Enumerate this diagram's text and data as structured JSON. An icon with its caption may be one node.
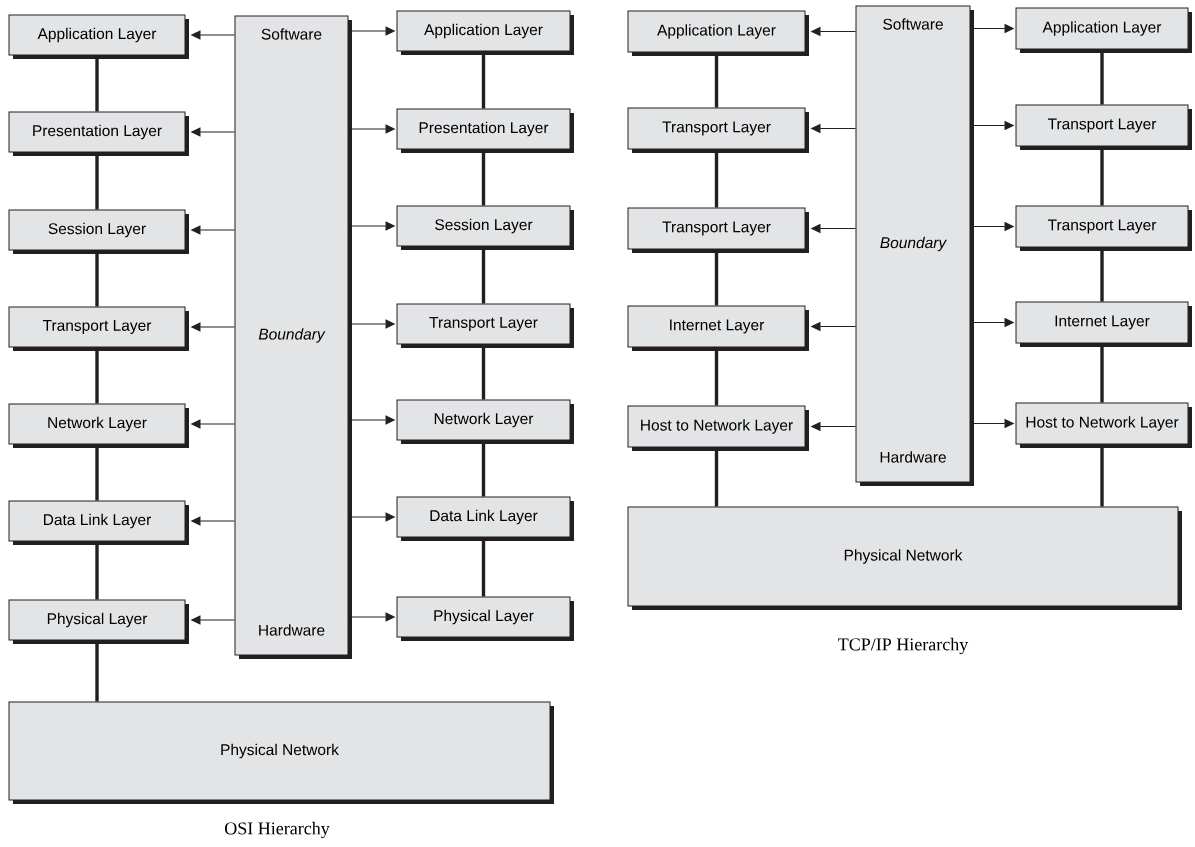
{
  "diagram": {
    "nodes": [
      {
        "text": [
          "Application Layer"
        ]
      },
      {
        "text": [
          "Presentation Layer"
        ]
      },
      {
        "text": [
          "Session Layer"
        ]
      },
      {
        "text": [
          "Transport Layer"
        ]
      },
      {
        "text": [
          "Network Layer"
        ]
      },
      {
        "text": [
          "Data Link Layer"
        ]
      },
      {
        "text": [
          "Physical Layer"
        ]
      },
      {
        "text": [
          "Software",
          "Boundary",
          "Hardware"
        ]
      },
      {
        "text": [
          "Application Layer"
        ]
      },
      {
        "text": [
          "Presentation Layer"
        ]
      },
      {
        "text": [
          "Session Layer"
        ]
      },
      {
        "text": [
          "Transport Layer"
        ]
      },
      {
        "text": [
          "Network Layer"
        ]
      },
      {
        "text": [
          "Data Link Layer"
        ]
      },
      {
        "text": [
          "Physical Layer"
        ]
      },
      {
        "text": [
          "Physical Network"
        ]
      },
      {
        "text": [
          "Application Layer"
        ]
      },
      {
        "text": [
          "Transport Layer"
        ]
      },
      {
        "text": [
          "Transport Layer"
        ]
      },
      {
        "text": [
          "Internet Layer"
        ]
      },
      {
        "text": [
          "Host to Network Layer"
        ]
      },
      {
        "text": [
          "Software",
          "Boundary",
          "Hardware"
        ]
      },
      {
        "text": [
          "Application Layer"
        ]
      },
      {
        "text": [
          "Transport Layer"
        ]
      },
      {
        "text": [
          "Transport Layer"
        ]
      },
      {
        "text": [
          "Internet Layer"
        ]
      },
      {
        "text": [
          "Host to Network Layer"
        ]
      },
      {
        "text": [
          "Physical Network"
        ]
      }
    ],
    "edges": [
      {
        "from": 7,
        "to": 0,
        "arrow": "to"
      },
      {
        "from": 7,
        "to": 1,
        "arrow": "to"
      },
      {
        "from": 7,
        "to": 2,
        "arrow": "to"
      },
      {
        "from": 7,
        "to": 3,
        "arrow": "to"
      },
      {
        "from": 7,
        "to": 4,
        "arrow": "to"
      },
      {
        "from": 7,
        "to": 5,
        "arrow": "to"
      },
      {
        "from": 7,
        "to": 6,
        "arrow": "to"
      },
      {
        "from": 7,
        "to": 8,
        "arrow": "to"
      },
      {
        "from": 7,
        "to": 9,
        "arrow": "to"
      },
      {
        "from": 7,
        "to": 10,
        "arrow": "to"
      },
      {
        "from": 7,
        "to": 11,
        "arrow": "to"
      },
      {
        "from": 7,
        "to": 12,
        "arrow": "to"
      },
      {
        "from": 7,
        "to": 13,
        "arrow": "to"
      },
      {
        "from": 7,
        "to": 14,
        "arrow": "to"
      },
      {
        "from": 0,
        "to": 1,
        "arrow": "none",
        "style": "thick"
      },
      {
        "from": 1,
        "to": 2,
        "arrow": "none",
        "style": "thick"
      },
      {
        "from": 2,
        "to": 3,
        "arrow": "none",
        "style": "thick"
      },
      {
        "from": 3,
        "to": 4,
        "arrow": "none",
        "style": "thick"
      },
      {
        "from": 4,
        "to": 5,
        "arrow": "none",
        "style": "thick"
      },
      {
        "from": 5,
        "to": 6,
        "arrow": "none",
        "style": "thick"
      },
      {
        "from": 6,
        "to": 15,
        "arrow": "none",
        "style": "thick"
      },
      {
        "from": 8,
        "to": 9,
        "arrow": "none",
        "style": "thick"
      },
      {
        "from": 9,
        "to": 10,
        "arrow": "none",
        "style": "thick"
      },
      {
        "from": 10,
        "to": 11,
        "arrow": "none",
        "style": "thick"
      },
      {
        "from": 11,
        "to": 12,
        "arrow": "none",
        "style": "thick"
      },
      {
        "from": 12,
        "to": 13,
        "arrow": "none",
        "style": "thick"
      },
      {
        "from": 13,
        "to": 14,
        "arrow": "none",
        "style": "thick"
      },
      {
        "from": 21,
        "to": 16,
        "arrow": "to"
      },
      {
        "from": 21,
        "to": 17,
        "arrow": "to"
      },
      {
        "from": 21,
        "to": 18,
        "arrow": "to"
      },
      {
        "from": 21,
        "to": 19,
        "arrow": "to"
      },
      {
        "from": 21,
        "to": 20,
        "arrow": "to"
      },
      {
        "from": 21,
        "to": 22,
        "arrow": "to"
      },
      {
        "from": 21,
        "to": 23,
        "arrow": "to"
      },
      {
        "from": 21,
        "to": 24,
        "arrow": "to"
      },
      {
        "from": 21,
        "to": 25,
        "arrow": "to"
      },
      {
        "from": 21,
        "to": 26,
        "arrow": "to"
      },
      {
        "from": 16,
        "to": 17,
        "arrow": "none",
        "style": "thick"
      },
      {
        "from": 17,
        "to": 18,
        "arrow": "none",
        "style": "thick"
      },
      {
        "from": 18,
        "to": 19,
        "arrow": "none",
        "style": "thick"
      },
      {
        "from": 19,
        "to": 20,
        "arrow": "none",
        "style": "thick"
      },
      {
        "from": 20,
        "to": 27,
        "arrow": "none",
        "style": "thick"
      },
      {
        "from": 22,
        "to": 23,
        "arrow": "none",
        "style": "thick"
      },
      {
        "from": 23,
        "to": 24,
        "arrow": "none",
        "style": "thick"
      },
      {
        "from": 24,
        "to": 25,
        "arrow": "none",
        "style": "thick"
      },
      {
        "from": 25,
        "to": 26,
        "arrow": "none",
        "style": "thick"
      },
      {
        "from": 26,
        "to": 27,
        "arrow": "none",
        "style": "thick"
      }
    ],
    "labels": [
      "TCP/IP Hierarchy",
      "OSI Hierarchy"
    ]
  }
}
